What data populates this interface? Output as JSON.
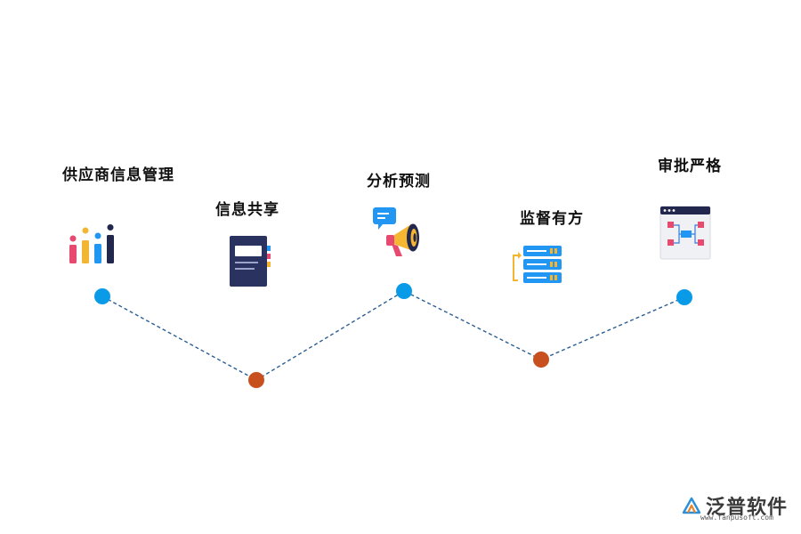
{
  "steps": [
    {
      "label": "供应商信息管理",
      "icon": "bar-chart-icon",
      "node_color": "#0a9be8"
    },
    {
      "label": "信息共享",
      "icon": "notebook-icon",
      "node_color": "#c8501f"
    },
    {
      "label": "分析预测",
      "icon": "megaphone-icon",
      "node_color": "#0a9be8"
    },
    {
      "label": "监督有方",
      "icon": "server-icon",
      "node_color": "#c8501f"
    },
    {
      "label": "审批严格",
      "icon": "flowchart-icon",
      "node_color": "#0a9be8"
    }
  ],
  "colors": {
    "connector": "#2b5f93",
    "blue_node": "#0a9be8",
    "orange_node": "#c8501f"
  },
  "brand": {
    "name": "泛普软件",
    "url": "www.fanpusoft.com"
  }
}
